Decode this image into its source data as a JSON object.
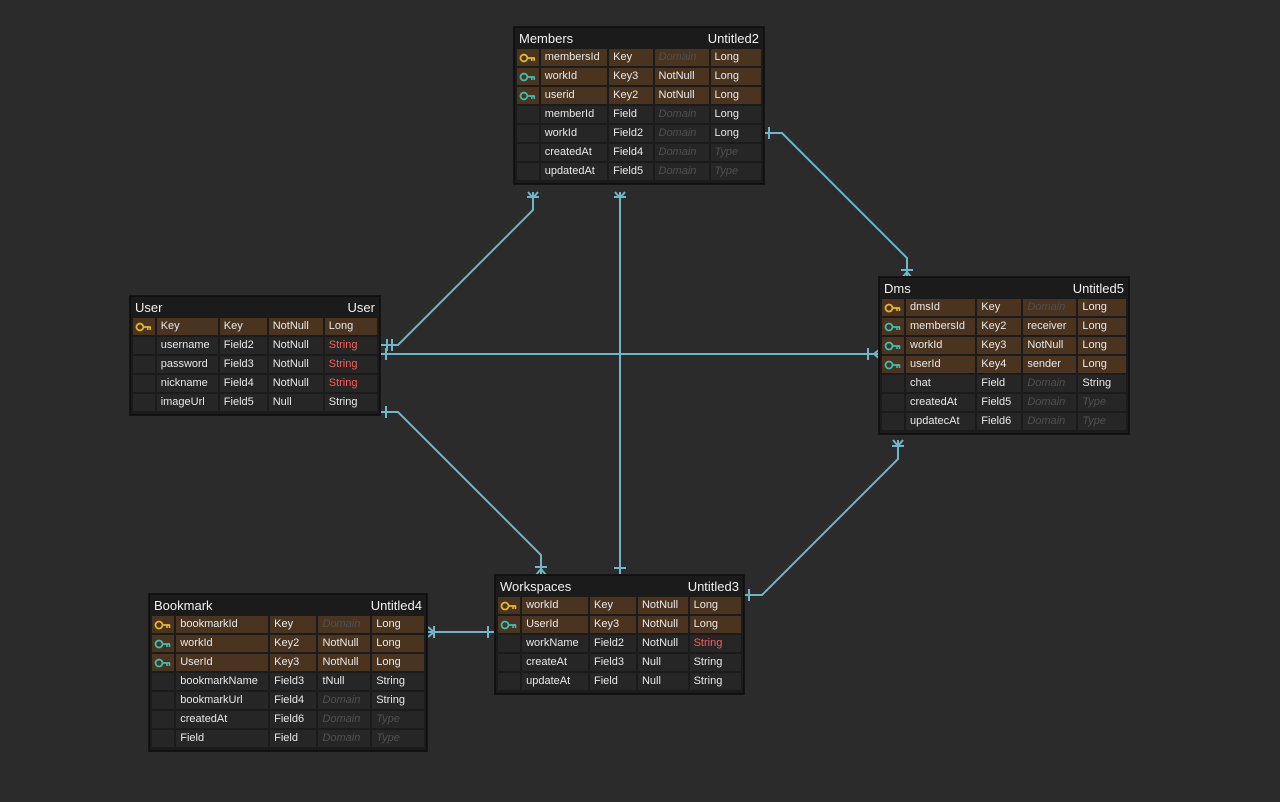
{
  "colors": {
    "background": "#2b2b2b",
    "entity_bg": "#1b1b1b",
    "key_row": "#4a3420",
    "plain_row": "#262626",
    "relation_line": "#6fb7c6",
    "primary_key_icon": "#e3b92b",
    "foreign_key_icon": "#3bbfb2",
    "warning_text": "#ff5a5a"
  },
  "entities": {
    "members": {
      "logical": "Members",
      "physical": "Untitled2",
      "columns": [
        {
          "icon": "primary-key-icon",
          "name": "membersId",
          "physical": "Key",
          "constraint": "",
          "domain": "Domain",
          "type": "Long",
          "type_placeholder": false,
          "type_warn": false,
          "key": true
        },
        {
          "icon": "foreign-key-icon",
          "name": "workId",
          "physical": "Key3",
          "constraint": "NotNull",
          "domain": "",
          "type": "Long",
          "type_placeholder": false,
          "type_warn": false,
          "key": true
        },
        {
          "icon": "foreign-key-icon",
          "name": "userid",
          "physical": "Key2",
          "constraint": "NotNull",
          "domain": "",
          "type": "Long",
          "type_placeholder": false,
          "type_warn": false,
          "key": true
        },
        {
          "icon": "",
          "name": "memberId",
          "physical": "Field",
          "constraint": "",
          "domain": "Domain",
          "type": "Long",
          "type_placeholder": false,
          "type_warn": false,
          "key": false
        },
        {
          "icon": "",
          "name": "workId",
          "physical": "Field2",
          "constraint": "",
          "domain": "Domain",
          "type": "Long",
          "type_placeholder": false,
          "type_warn": false,
          "key": false
        },
        {
          "icon": "",
          "name": "createdAt",
          "physical": "Field4",
          "constraint": "",
          "domain": "Domain",
          "type": "Type",
          "type_placeholder": true,
          "type_warn": false,
          "key": false
        },
        {
          "icon": "",
          "name": "updatedAt",
          "physical": "Field5",
          "constraint": "",
          "domain": "Domain",
          "type": "Type",
          "type_placeholder": true,
          "type_warn": false,
          "key": false
        }
      ]
    },
    "user": {
      "logical": "User",
      "physical": "User",
      "columns": [
        {
          "icon": "primary-key-icon",
          "name": "Key",
          "physical": "Key",
          "constraint": "NotNull",
          "domain": "",
          "type": "Long",
          "type_placeholder": false,
          "type_warn": false,
          "key": true
        },
        {
          "icon": "",
          "name": "username",
          "physical": "Field2",
          "constraint": "NotNull",
          "domain": "",
          "type": "String",
          "type_placeholder": false,
          "type_warn": true,
          "key": false
        },
        {
          "icon": "",
          "name": "password",
          "physical": "Field3",
          "constraint": "NotNull",
          "domain": "",
          "type": "String",
          "type_placeholder": false,
          "type_warn": true,
          "key": false
        },
        {
          "icon": "",
          "name": "nickname",
          "physical": "Field4",
          "constraint": "NotNull",
          "domain": "",
          "type": "String",
          "type_placeholder": false,
          "type_warn": true,
          "key": false
        },
        {
          "icon": "",
          "name": "imageUrl",
          "physical": "Field5",
          "constraint": "Null",
          "domain": "",
          "type": "String",
          "type_placeholder": false,
          "type_warn": false,
          "key": false
        }
      ]
    },
    "dms": {
      "logical": "Dms",
      "physical": "Untitled5",
      "columns": [
        {
          "icon": "primary-key-icon",
          "name": "dmsId",
          "physical": "Key",
          "constraint": "",
          "domain": "Domain",
          "type": "Long",
          "type_placeholder": false,
          "type_warn": false,
          "key": true
        },
        {
          "icon": "foreign-key-icon",
          "name": "membersId",
          "physical": "Key2",
          "constraint": "receiver",
          "domain": "",
          "type": "Long",
          "type_placeholder": false,
          "type_warn": false,
          "key": true
        },
        {
          "icon": "foreign-key-icon",
          "name": "workId",
          "physical": "Key3",
          "constraint": "NotNull",
          "domain": "",
          "type": "Long",
          "type_placeholder": false,
          "type_warn": false,
          "key": true
        },
        {
          "icon": "foreign-key-icon",
          "name": "userId",
          "physical": "Key4",
          "constraint": "sender",
          "domain": "",
          "type": "Long",
          "type_placeholder": false,
          "type_warn": false,
          "key": true
        },
        {
          "icon": "",
          "name": "chat",
          "physical": "Field",
          "constraint": "",
          "domain": "Domain",
          "type": "String",
          "type_placeholder": false,
          "type_warn": false,
          "key": false
        },
        {
          "icon": "",
          "name": "createdAt",
          "physical": "Field5",
          "constraint": "",
          "domain": "Domain",
          "type": "Type",
          "type_placeholder": true,
          "type_warn": false,
          "key": false
        },
        {
          "icon": "",
          "name": "updatecAt",
          "physical": "Field6",
          "constraint": "",
          "domain": "Domain",
          "type": "Type",
          "type_placeholder": true,
          "type_warn": false,
          "key": false
        }
      ]
    },
    "workspaces": {
      "logical": "Workspaces",
      "physical": "Untitled3",
      "columns": [
        {
          "icon": "primary-key-icon",
          "name": "workId",
          "physical": "Key",
          "constraint": "NotNull",
          "domain": "",
          "type": "Long",
          "type_placeholder": false,
          "type_warn": false,
          "key": true
        },
        {
          "icon": "foreign-key-icon",
          "name": "UserId",
          "physical": "Key3",
          "constraint": "NotNull",
          "domain": "",
          "type": "Long",
          "type_placeholder": false,
          "type_warn": false,
          "key": true
        },
        {
          "icon": "",
          "name": "workName",
          "physical": "Field2",
          "constraint": "NotNull",
          "domain": "",
          "type": "String",
          "type_placeholder": false,
          "type_warn": true,
          "key": false
        },
        {
          "icon": "",
          "name": "createAt",
          "physical": "Field3",
          "constraint": "Null",
          "domain": "",
          "type": "String",
          "type_placeholder": false,
          "type_warn": false,
          "key": false
        },
        {
          "icon": "",
          "name": "updateAt",
          "physical": "Field",
          "constraint": "Null",
          "domain": "",
          "type": "String",
          "type_placeholder": false,
          "type_warn": false,
          "key": false
        }
      ]
    },
    "bookmark": {
      "logical": "Bookmark",
      "physical": "Untitled4",
      "columns": [
        {
          "icon": "primary-key-icon",
          "name": "bookmarkId",
          "physical": "Key",
          "constraint": "",
          "domain": "Domain",
          "type": "Long",
          "type_placeholder": false,
          "type_warn": false,
          "key": true
        },
        {
          "icon": "foreign-key-icon",
          "name": "workId",
          "physical": "Key2",
          "constraint": "NotNull",
          "domain": "",
          "type": "Long",
          "type_placeholder": false,
          "type_warn": false,
          "key": true
        },
        {
          "icon": "foreign-key-icon",
          "name": "UserId",
          "physical": "Key3",
          "constraint": "NotNull",
          "domain": "",
          "type": "Long",
          "type_placeholder": false,
          "type_warn": false,
          "key": true
        },
        {
          "icon": "",
          "name": "bookmarkName",
          "physical": "Field3",
          "constraint": "tNull",
          "domain": "",
          "type": "String",
          "type_placeholder": false,
          "type_warn": false,
          "key": false
        },
        {
          "icon": "",
          "name": "bookmarkUrl",
          "physical": "Field4",
          "constraint": "",
          "domain": "Domain",
          "type": "String",
          "type_placeholder": false,
          "type_warn": false,
          "key": false
        },
        {
          "icon": "",
          "name": "createdAt",
          "physical": "Field6",
          "constraint": "",
          "domain": "Domain",
          "type": "Type",
          "type_placeholder": true,
          "type_warn": false,
          "key": false
        },
        {
          "icon": "",
          "name": "Field",
          "physical": "Field",
          "constraint": "",
          "domain": "Domain",
          "type": "Type",
          "type_placeholder": true,
          "type_warn": false,
          "key": false
        }
      ]
    }
  }
}
